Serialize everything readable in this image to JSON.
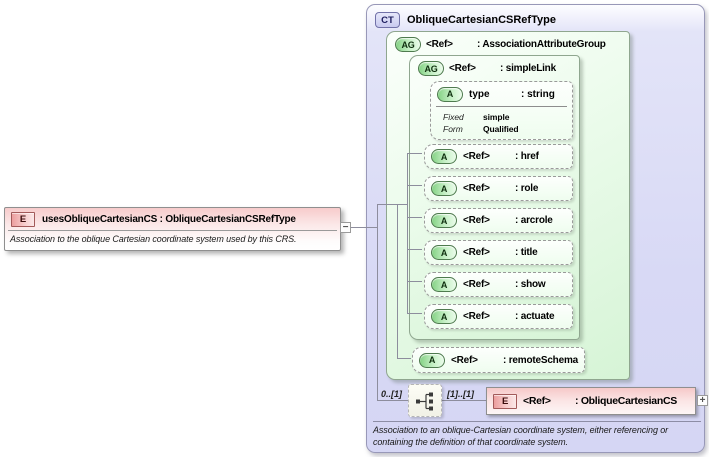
{
  "left_element": {
    "badge": "E",
    "title": "usesObliqueCartesianCS : ObliqueCartesianCSRefType",
    "annotation": "Association to the oblique Cartesian coordinate system used by this CRS.",
    "collapse_glyph": "−"
  },
  "complex_type": {
    "badge": "CT",
    "title": "ObliqueCartesianCSRefType",
    "annotation": "Association to an oblique-Cartesian coordinate system, either referencing or containing the definition of that coordinate system.",
    "attribute_group": {
      "badge": "AG",
      "ref": "<Ref>",
      "name": ": AssociationAttributeGroup",
      "simple_link": {
        "badge": "AG",
        "ref": "<Ref>",
        "name": ": simpleLink",
        "type_attribute": {
          "badge": "A",
          "name": "type",
          "type": ": string",
          "facets": [
            {
              "label": "Fixed",
              "value": "simple"
            },
            {
              "label": "Form",
              "value": "Qualified"
            }
          ]
        },
        "attributes": [
          {
            "badge": "A",
            "ref": "<Ref>",
            "name": ": href"
          },
          {
            "badge": "A",
            "ref": "<Ref>",
            "name": ": role"
          },
          {
            "badge": "A",
            "ref": "<Ref>",
            "name": ": arcrole"
          },
          {
            "badge": "A",
            "ref": "<Ref>",
            "name": ": title"
          },
          {
            "badge": "A",
            "ref": "<Ref>",
            "name": ": show"
          },
          {
            "badge": "A",
            "ref": "<Ref>",
            "name": ": actuate"
          }
        ]
      },
      "remote_schema": {
        "badge": "A",
        "ref": "<Ref>",
        "name": ": remoteSchema"
      }
    },
    "content_model": {
      "cardinality_outer": "0..[1]",
      "cardinality_inner": "[1]..[1]",
      "element": {
        "badge": "E",
        "ref": "<Ref>",
        "name": ": ObliqueCartesianCS",
        "expand_glyph": "+"
      }
    }
  },
  "colors": {
    "complex_type_fill": "#d7d8f5",
    "attribute_group_fill": "#ddf7dd",
    "element_fill": "#f6c9c9",
    "connector": "#8d8d9d"
  }
}
